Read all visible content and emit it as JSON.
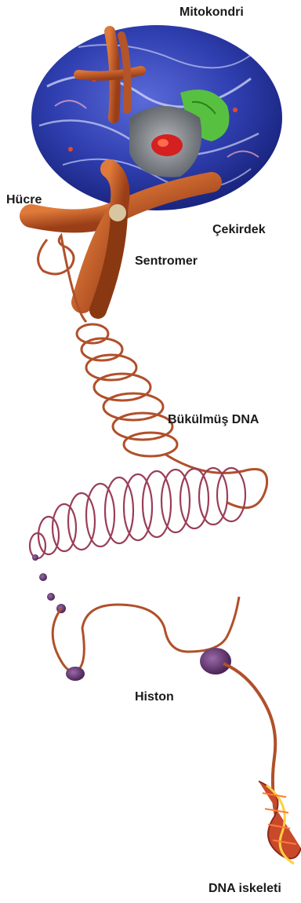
{
  "labels": {
    "mitokondri": "Mitokondri",
    "hucre": "Hücre",
    "cekirdek": "Çekirdek",
    "sentromer": "Sentromer",
    "bukulmus_dna": "Bükülmüş DNA",
    "histon": "Histon",
    "dna_iskeleti": "DNA iskeleti"
  },
  "colors": {
    "cell_blue": "#2f3fb0",
    "chromosome_orange": "#c8642a",
    "dna_strand": "#b0502a",
    "nucleus_gray": "#8a8f96",
    "mitochondria_green": "#58c040",
    "histone_purple": "#6a3a7a",
    "red_core": "#d42020"
  }
}
